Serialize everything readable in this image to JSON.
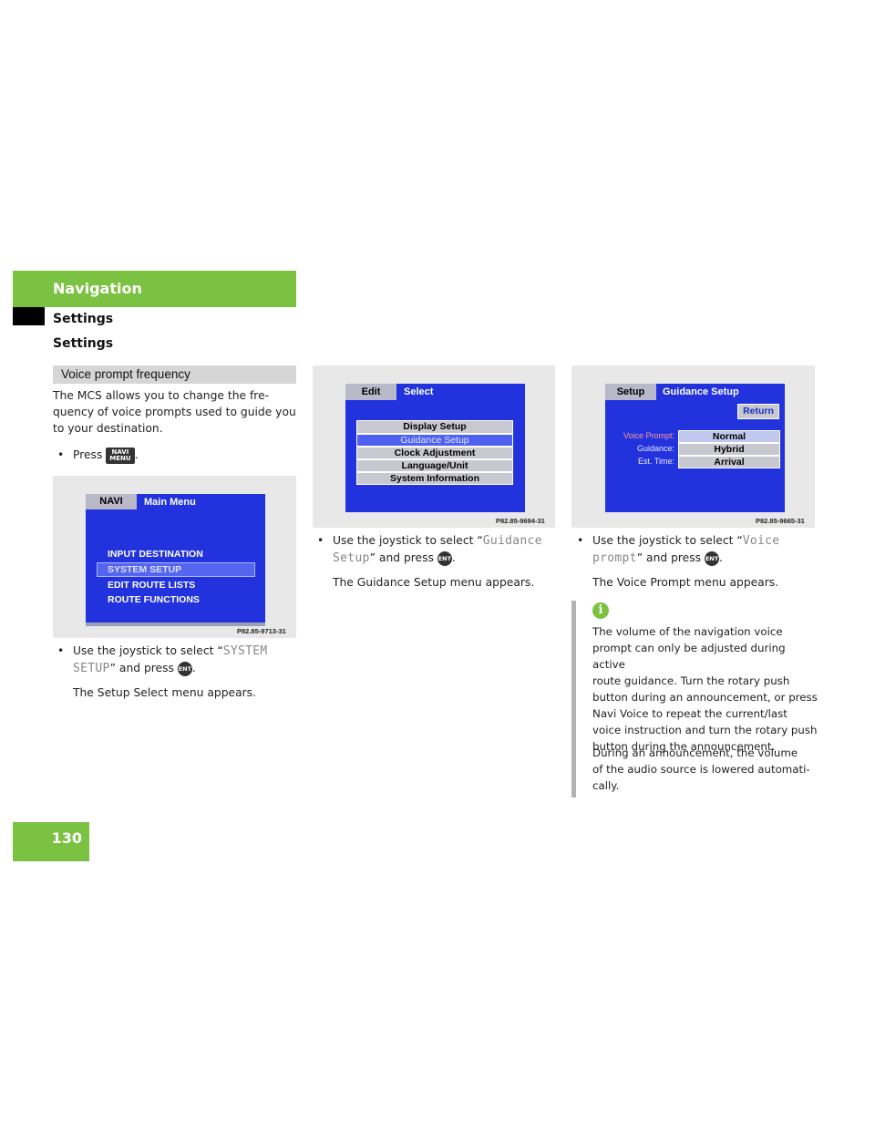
{
  "header": {
    "section": "Navigation",
    "title": "Settings",
    "subtitle": "Settings"
  },
  "voice_bar": {
    "label": "Voice prompt frequency"
  },
  "col1": {
    "intro_lines": [
      "The MCS allows you to change the fre-",
      "quency of voice prompts used to guide you",
      "to your destination."
    ],
    "press_prefix": "Press",
    "press_key": [
      "NAVI",
      "MENU"
    ],
    "press_suffix": ".",
    "step1_a": "Use the joystick to select “",
    "step1_mono1": "SYSTEM",
    "step1_mono2": "SETUP",
    "step1_b": "” and press",
    "step1_end": ".",
    "step1_result": "The Setup Select menu appears."
  },
  "shot1": {
    "tab": "NAVI",
    "title": "Main Menu",
    "items": [
      "INPUT DESTINATION",
      "SYSTEM SETUP",
      "EDIT ROUTE LISTS",
      "ROUTE FUNCTIONS"
    ],
    "caption": "P82.85-9713-31"
  },
  "shot2": {
    "tab": "Edit",
    "title": "Select",
    "items": [
      "Display Setup",
      "Guidance Setup",
      "Clock Adjustment",
      "Language/Unit",
      "System Information"
    ],
    "caption": "P82.85-9694-31"
  },
  "col2": {
    "step_a": "Use the joystick to select “",
    "step_mono1": "Guidance",
    "step_mono2": "Setup",
    "step_b": "” and press",
    "step_end": ".",
    "result": "The Guidance Setup menu appears."
  },
  "shot3": {
    "tab": "Setup",
    "title": "Guidance Setup",
    "return_label": "Return",
    "rows": [
      {
        "label": "Voice Prompt:",
        "value": "Normal"
      },
      {
        "label": "Guidance:",
        "value": "Hybrid"
      },
      {
        "label": "Est. Time:",
        "value": "Arrival"
      }
    ],
    "caption": "P82.85-9665-31"
  },
  "col3": {
    "step_a": "Use the joystick to select “",
    "step_mono1": "Voice",
    "step_mono2": "prompt",
    "step_b": "” and press",
    "step_end": ".",
    "result": "The Voice Prompt menu appears."
  },
  "info": {
    "icon": "i",
    "para1": [
      "The volume of the navigation voice",
      "prompt can only be adjusted during active",
      "route guidance.  Turn the rotary push",
      "button during an announcement, or press",
      "Navi Voice to repeat the current/last",
      "voice instruction and turn the rotary push",
      "button during the announcement."
    ],
    "para2": [
      "During an announcement, the volume",
      "of the audio source is lowered automati-",
      "cally."
    ]
  },
  "icons": {
    "ent_label": "ENT"
  },
  "page": {
    "number": "130"
  },
  "colors": {
    "accent": "#7cc242",
    "screen_blue": "#2233dd"
  }
}
